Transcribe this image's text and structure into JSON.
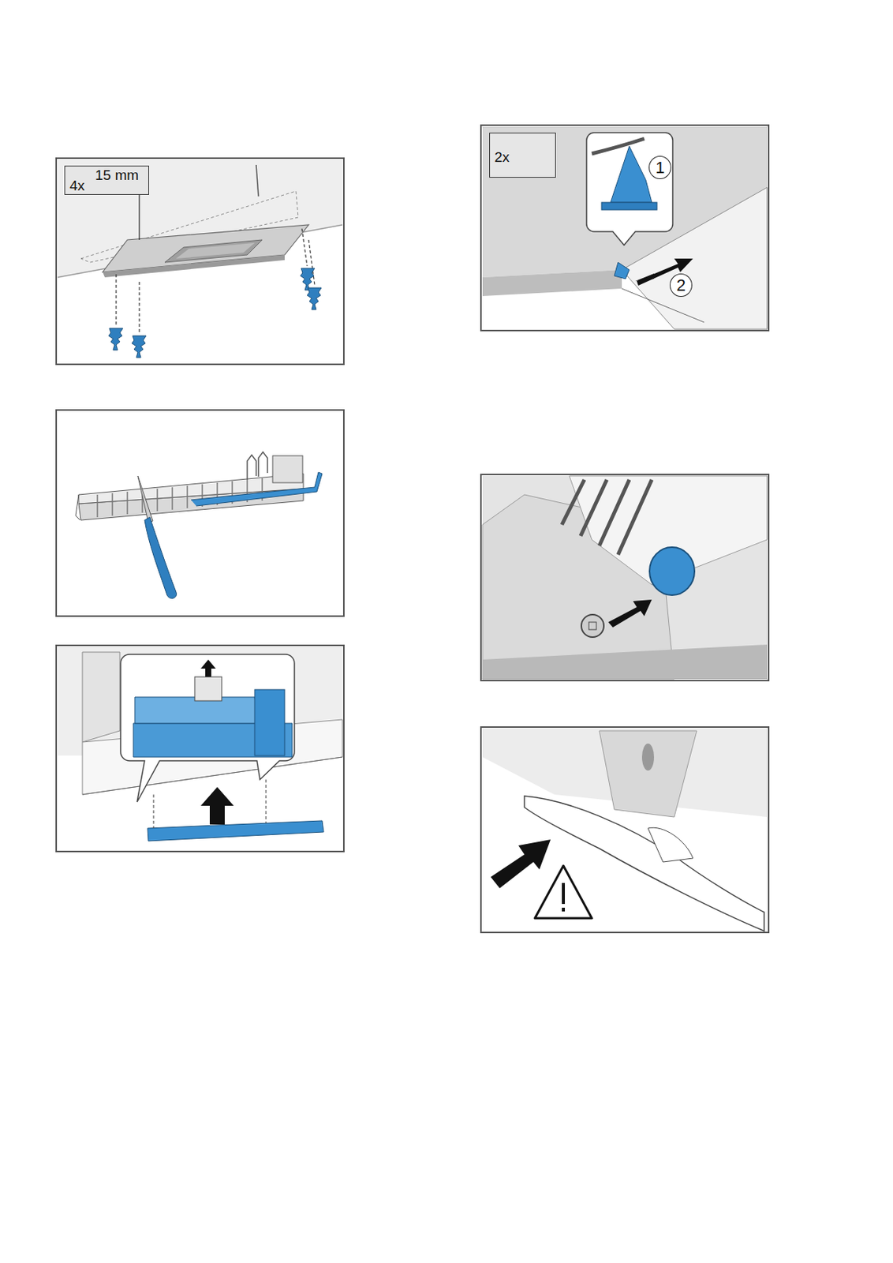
{
  "diagram": {
    "nodes": [
      {
        "text": [
          "15 mm",
          "4x"
        ]
      },
      {
        "text": [
          "2x"
        ]
      },
      {
        "text": [
          "1"
        ]
      },
      {
        "text": [
          "2"
        ]
      }
    ]
  }
}
